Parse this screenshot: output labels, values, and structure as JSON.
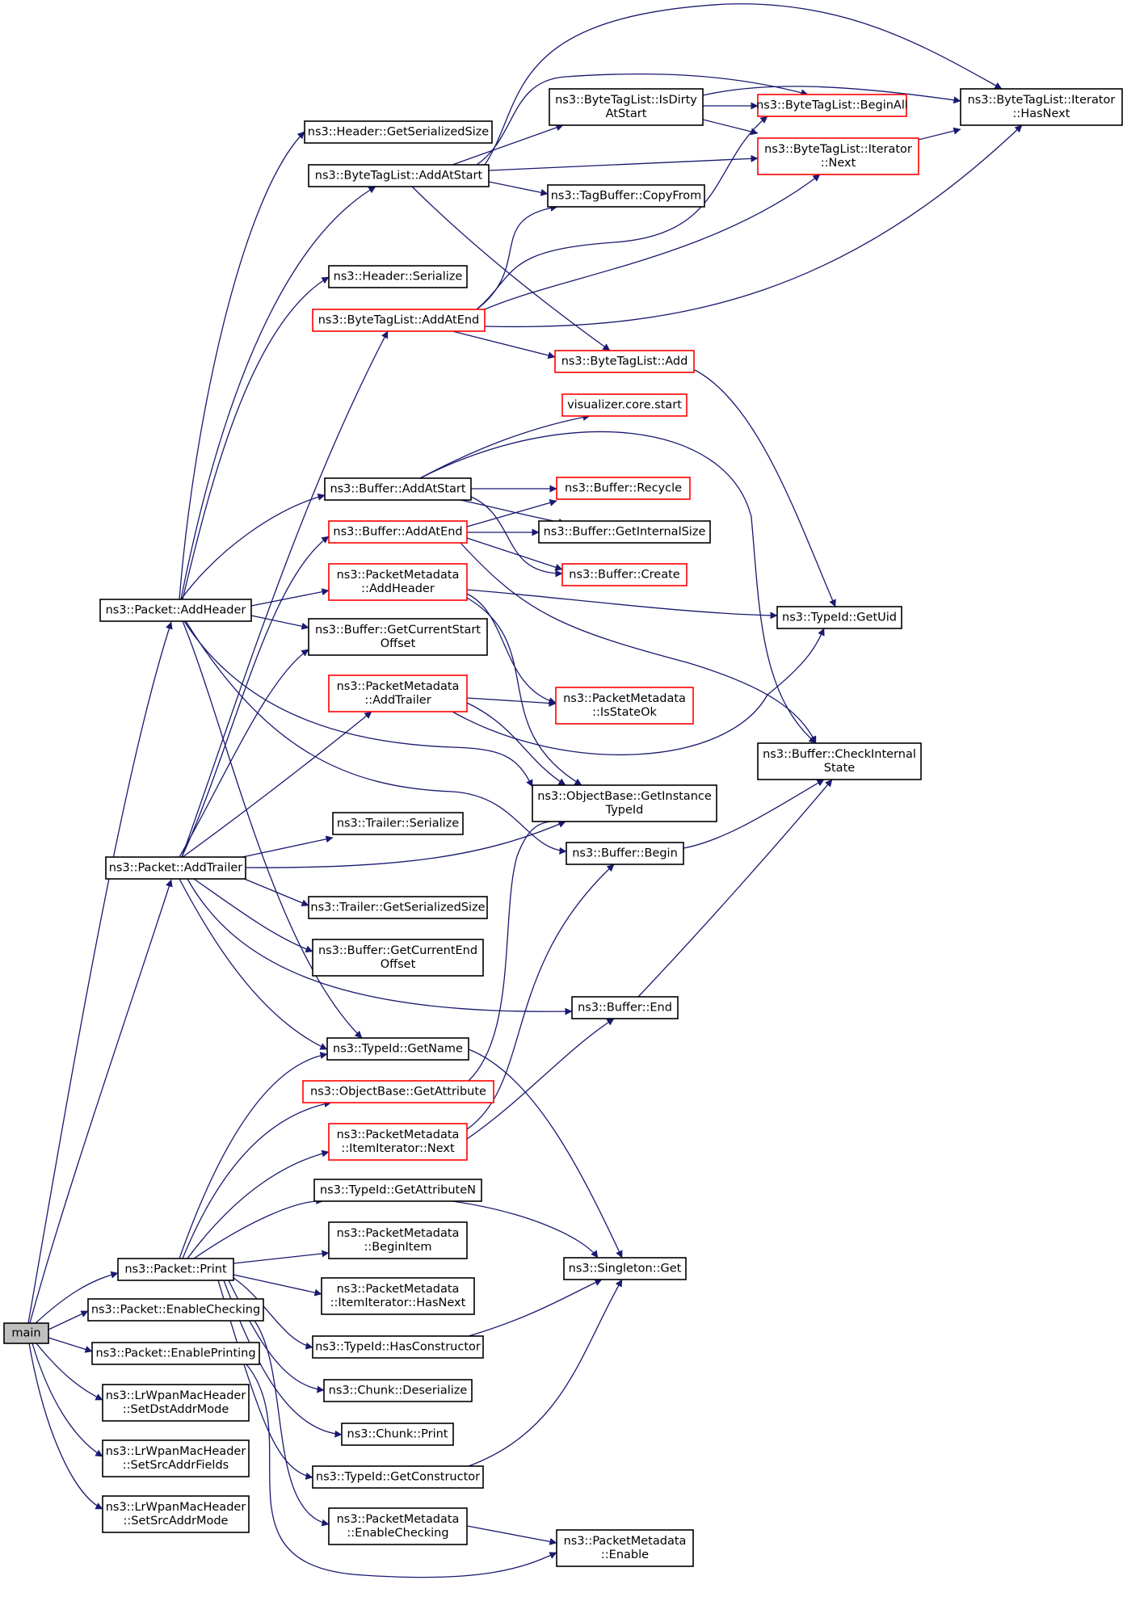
{
  "graph": {
    "nodes": [
      {
        "id": "main",
        "lines": [
          "main"
        ],
        "fill": "#bfbfbf",
        "border": "#000000"
      },
      {
        "id": "packet-addheader",
        "lines": [
          "ns3::Packet::AddHeader"
        ],
        "fill": "#ffffff",
        "border": "#000000"
      },
      {
        "id": "packet-addtrailer",
        "lines": [
          "ns3::Packet::AddTrailer"
        ],
        "fill": "#ffffff",
        "border": "#000000"
      },
      {
        "id": "packet-print",
        "lines": [
          "ns3::Packet::Print"
        ],
        "fill": "#ffffff",
        "border": "#000000"
      },
      {
        "id": "packet-enablechecking",
        "lines": [
          "ns3::Packet::EnableChecking"
        ],
        "fill": "#ffffff",
        "border": "#000000"
      },
      {
        "id": "packet-enableprinting",
        "lines": [
          "ns3::Packet::EnablePrinting"
        ],
        "fill": "#ffffff",
        "border": "#000000"
      },
      {
        "id": "lrwpan-setdstaddrmode",
        "lines": [
          "ns3::LrWpanMacHeader",
          "::SetDstAddrMode"
        ],
        "fill": "#ffffff",
        "border": "#000000"
      },
      {
        "id": "lrwpan-setsrcaddrfields",
        "lines": [
          "ns3::LrWpanMacHeader",
          "::SetSrcAddrFields"
        ],
        "fill": "#ffffff",
        "border": "#000000"
      },
      {
        "id": "lrwpan-setsrcaddrmode",
        "lines": [
          "ns3::LrWpanMacHeader",
          "::SetSrcAddrMode"
        ],
        "fill": "#ffffff",
        "border": "#000000"
      },
      {
        "id": "header-getserializedsize",
        "lines": [
          "ns3::Header::GetSerializedSize"
        ],
        "fill": "#ffffff",
        "border": "#000000"
      },
      {
        "id": "bytetaglist-addatstart",
        "lines": [
          "ns3::ByteTagList::AddAtStart"
        ],
        "fill": "#ffffff",
        "border": "#000000"
      },
      {
        "id": "header-serialize",
        "lines": [
          "ns3::Header::Serialize"
        ],
        "fill": "#ffffff",
        "border": "#000000"
      },
      {
        "id": "bytetaglist-addatend",
        "lines": [
          "ns3::ByteTagList::AddAtEnd"
        ],
        "fill": "#ffffff",
        "border": "#ff0000"
      },
      {
        "id": "buffer-addatstart",
        "lines": [
          "ns3::Buffer::AddAtStart"
        ],
        "fill": "#ffffff",
        "border": "#000000"
      },
      {
        "id": "buffer-addatend",
        "lines": [
          "ns3::Buffer::AddAtEnd"
        ],
        "fill": "#ffffff",
        "border": "#ff0000"
      },
      {
        "id": "packetmetadata-addheader",
        "lines": [
          "ns3::PacketMetadata",
          "::AddHeader"
        ],
        "fill": "#ffffff",
        "border": "#ff0000"
      },
      {
        "id": "buffer-getcurrentstartoffset",
        "lines": [
          "ns3::Buffer::GetCurrentStart",
          "Offset"
        ],
        "fill": "#ffffff",
        "border": "#000000"
      },
      {
        "id": "packetmetadata-addtrailer",
        "lines": [
          "ns3::PacketMetadata",
          "::AddTrailer"
        ],
        "fill": "#ffffff",
        "border": "#ff0000"
      },
      {
        "id": "trailer-serialize",
        "lines": [
          "ns3::Trailer::Serialize"
        ],
        "fill": "#ffffff",
        "border": "#000000"
      },
      {
        "id": "trailer-getserializedsize",
        "lines": [
          "ns3::Trailer::GetSerializedSize"
        ],
        "fill": "#ffffff",
        "border": "#000000"
      },
      {
        "id": "buffer-getcurrentendoffset",
        "lines": [
          "ns3::Buffer::GetCurrentEnd",
          "Offset"
        ],
        "fill": "#ffffff",
        "border": "#000000"
      },
      {
        "id": "typeid-getname",
        "lines": [
          "ns3::TypeId::GetName"
        ],
        "fill": "#ffffff",
        "border": "#000000"
      },
      {
        "id": "objectbase-getattribute",
        "lines": [
          "ns3::ObjectBase::GetAttribute"
        ],
        "fill": "#ffffff",
        "border": "#ff0000"
      },
      {
        "id": "packetmetadata-itemiterator-next",
        "lines": [
          "ns3::PacketMetadata",
          "::ItemIterator::Next"
        ],
        "fill": "#ffffff",
        "border": "#ff0000"
      },
      {
        "id": "typeid-getattributen",
        "lines": [
          "ns3::TypeId::GetAttributeN"
        ],
        "fill": "#ffffff",
        "border": "#000000"
      },
      {
        "id": "packetmetadata-beginitem",
        "lines": [
          "ns3::PacketMetadata",
          "::BeginItem"
        ],
        "fill": "#ffffff",
        "border": "#000000"
      },
      {
        "id": "packetmetadata-itemiterator-hasnext",
        "lines": [
          "ns3::PacketMetadata",
          "::ItemIterator::HasNext"
        ],
        "fill": "#ffffff",
        "border": "#000000"
      },
      {
        "id": "typeid-hasconstructor",
        "lines": [
          "ns3::TypeId::HasConstructor"
        ],
        "fill": "#ffffff",
        "border": "#000000"
      },
      {
        "id": "chunk-deserialize",
        "lines": [
          "ns3::Chunk::Deserialize"
        ],
        "fill": "#ffffff",
        "border": "#000000"
      },
      {
        "id": "chunk-print",
        "lines": [
          "ns3::Chunk::Print"
        ],
        "fill": "#ffffff",
        "border": "#000000"
      },
      {
        "id": "typeid-getconstructor",
        "lines": [
          "ns3::TypeId::GetConstructor"
        ],
        "fill": "#ffffff",
        "border": "#000000"
      },
      {
        "id": "packetmetadata-enablechecking",
        "lines": [
          "ns3::PacketMetadata",
          "::EnableChecking"
        ],
        "fill": "#ffffff",
        "border": "#000000"
      },
      {
        "id": "bytetaglist-isdirtyatstart",
        "lines": [
          "ns3::ByteTagList::IsDirty",
          "AtStart"
        ],
        "fill": "#ffffff",
        "border": "#000000"
      },
      {
        "id": "tagbuffer-copyfrom",
        "lines": [
          "ns3::TagBuffer::CopyFrom"
        ],
        "fill": "#ffffff",
        "border": "#000000"
      },
      {
        "id": "bytetaglist-add",
        "lines": [
          "ns3::ByteTagList::Add"
        ],
        "fill": "#ffffff",
        "border": "#ff0000"
      },
      {
        "id": "visualizer-core-start",
        "lines": [
          "visualizer.core.start"
        ],
        "fill": "#ffffff",
        "border": "#ff0000"
      },
      {
        "id": "buffer-recycle",
        "lines": [
          "ns3::Buffer::Recycle"
        ],
        "fill": "#ffffff",
        "border": "#ff0000"
      },
      {
        "id": "buffer-getinternalsize",
        "lines": [
          "ns3::Buffer::GetInternalSize"
        ],
        "fill": "#ffffff",
        "border": "#000000"
      },
      {
        "id": "buffer-create",
        "lines": [
          "ns3::Buffer::Create"
        ],
        "fill": "#ffffff",
        "border": "#ff0000"
      },
      {
        "id": "packetmetadata-isstateok",
        "lines": [
          "ns3::PacketMetadata",
          "::IsStateOk"
        ],
        "fill": "#ffffff",
        "border": "#ff0000"
      },
      {
        "id": "objectbase-getinstancetypeid",
        "lines": [
          "ns3::ObjectBase::GetInstance",
          "TypeId"
        ],
        "fill": "#ffffff",
        "border": "#000000"
      },
      {
        "id": "buffer-begin",
        "lines": [
          "ns3::Buffer::Begin"
        ],
        "fill": "#ffffff",
        "border": "#000000"
      },
      {
        "id": "buffer-end",
        "lines": [
          "ns3::Buffer::End"
        ],
        "fill": "#ffffff",
        "border": "#000000"
      },
      {
        "id": "singleton-get",
        "lines": [
          "ns3::Singleton::Get"
        ],
        "fill": "#ffffff",
        "border": "#000000"
      },
      {
        "id": "packetmetadata-enable",
        "lines": [
          "ns3::PacketMetadata",
          "::Enable"
        ],
        "fill": "#ffffff",
        "border": "#000000"
      },
      {
        "id": "bytetaglist-beginall",
        "lines": [
          "ns3::ByteTagList::BeginAll"
        ],
        "fill": "#ffffff",
        "border": "#ff0000"
      },
      {
        "id": "bytetaglist-iterator-next",
        "lines": [
          "ns3::ByteTagList::Iterator",
          "::Next"
        ],
        "fill": "#ffffff",
        "border": "#ff0000"
      },
      {
        "id": "typeid-getuid",
        "lines": [
          "ns3::TypeId::GetUid"
        ],
        "fill": "#ffffff",
        "border": "#000000"
      },
      {
        "id": "buffer-checkinternalstate",
        "lines": [
          "ns3::Buffer::CheckInternal",
          "State"
        ],
        "fill": "#ffffff",
        "border": "#000000"
      },
      {
        "id": "bytetaglist-iterator-hasnext",
        "lines": [
          "ns3::ByteTagList::Iterator",
          "::HasNext"
        ],
        "fill": "#ffffff",
        "border": "#000000"
      }
    ],
    "edges": [
      [
        "main",
        "packet-addheader"
      ],
      [
        "main",
        "packet-addtrailer"
      ],
      [
        "main",
        "packet-print"
      ],
      [
        "main",
        "packet-enablechecking"
      ],
      [
        "main",
        "packet-enableprinting"
      ],
      [
        "main",
        "lrwpan-setdstaddrmode"
      ],
      [
        "main",
        "lrwpan-setsrcaddrfields"
      ],
      [
        "main",
        "lrwpan-setsrcaddrmode"
      ],
      [
        "packet-addheader",
        "header-getserializedsize"
      ],
      [
        "packet-addheader",
        "bytetaglist-addatstart"
      ],
      [
        "packet-addheader",
        "header-serialize"
      ],
      [
        "packet-addheader",
        "buffer-addatstart"
      ],
      [
        "packet-addheader",
        "packetmetadata-addheader"
      ],
      [
        "packet-addheader",
        "buffer-getcurrentstartoffset"
      ],
      [
        "packet-addheader",
        "objectbase-getinstancetypeid"
      ],
      [
        "packet-addheader",
        "buffer-begin"
      ],
      [
        "packet-addheader",
        "typeid-getname"
      ],
      [
        "packet-addtrailer",
        "bytetaglist-addatend"
      ],
      [
        "packet-addtrailer",
        "buffer-addatend"
      ],
      [
        "packet-addtrailer",
        "buffer-getcurrentstartoffset"
      ],
      [
        "packet-addtrailer",
        "packetmetadata-addtrailer"
      ],
      [
        "packet-addtrailer",
        "trailer-serialize"
      ],
      [
        "packet-addtrailer",
        "objectbase-getinstancetypeid"
      ],
      [
        "packet-addtrailer",
        "trailer-getserializedsize"
      ],
      [
        "packet-addtrailer",
        "buffer-getcurrentendoffset"
      ],
      [
        "packet-addtrailer",
        "buffer-end"
      ],
      [
        "packet-addtrailer",
        "typeid-getname"
      ],
      [
        "packet-print",
        "typeid-getname"
      ],
      [
        "packet-print",
        "objectbase-getattribute"
      ],
      [
        "packet-print",
        "packetmetadata-itemiterator-next"
      ],
      [
        "packet-print",
        "typeid-getattributen"
      ],
      [
        "packet-print",
        "packetmetadata-beginitem"
      ],
      [
        "packet-print",
        "packetmetadata-itemiterator-hasnext"
      ],
      [
        "packet-print",
        "typeid-hasconstructor"
      ],
      [
        "packet-print",
        "chunk-deserialize"
      ],
      [
        "packet-print",
        "chunk-print"
      ],
      [
        "packet-print",
        "typeid-getconstructor"
      ],
      [
        "packet-enablechecking",
        "packetmetadata-enablechecking"
      ],
      [
        "packet-enableprinting",
        "packetmetadata-enable"
      ],
      [
        "bytetaglist-addatstart",
        "bytetaglist-isdirtyatstart"
      ],
      [
        "bytetaglist-addatstart",
        "bytetaglist-beginall"
      ],
      [
        "bytetaglist-addatstart",
        "bytetaglist-iterator-hasnext"
      ],
      [
        "bytetaglist-addatstart",
        "bytetaglist-iterator-next"
      ],
      [
        "bytetaglist-addatstart",
        "tagbuffer-copyfrom"
      ],
      [
        "bytetaglist-addatstart",
        "bytetaglist-add"
      ],
      [
        "bytetaglist-isdirtyatstart",
        "bytetaglist-beginall"
      ],
      [
        "bytetaglist-isdirtyatstart",
        "bytetaglist-iterator-hasnext"
      ],
      [
        "bytetaglist-isdirtyatstart",
        "bytetaglist-iterator-next"
      ],
      [
        "bytetaglist-iterator-next",
        "bytetaglist-iterator-hasnext"
      ],
      [
        "bytetaglist-addatend",
        "bytetaglist-beginall"
      ],
      [
        "bytetaglist-addatend",
        "bytetaglist-iterator-next"
      ],
      [
        "bytetaglist-addatend",
        "bytetaglist-iterator-hasnext"
      ],
      [
        "bytetaglist-addatend",
        "tagbuffer-copyfrom"
      ],
      [
        "bytetaglist-addatend",
        "bytetaglist-add"
      ],
      [
        "bytetaglist-add",
        "typeid-getuid"
      ],
      [
        "buffer-addatstart",
        "visualizer-core-start"
      ],
      [
        "buffer-addatstart",
        "buffer-recycle"
      ],
      [
        "buffer-addatstart",
        "buffer-getinternalsize"
      ],
      [
        "buffer-addatstart",
        "buffer-create"
      ],
      [
        "buffer-addatstart",
        "buffer-checkinternalstate"
      ],
      [
        "buffer-addatend",
        "buffer-recycle"
      ],
      [
        "buffer-addatend",
        "buffer-getinternalsize"
      ],
      [
        "buffer-addatend",
        "buffer-create"
      ],
      [
        "buffer-addatend",
        "buffer-checkinternalstate"
      ],
      [
        "packetmetadata-addheader",
        "typeid-getuid"
      ],
      [
        "packetmetadata-addheader",
        "packetmetadata-isstateok"
      ],
      [
        "packetmetadata-addheader",
        "objectbase-getinstancetypeid"
      ],
      [
        "packetmetadata-addtrailer",
        "packetmetadata-isstateok"
      ],
      [
        "packetmetadata-addtrailer",
        "objectbase-getinstancetypeid"
      ],
      [
        "packetmetadata-addtrailer",
        "typeid-getuid"
      ],
      [
        "buffer-begin",
        "buffer-checkinternalstate"
      ],
      [
        "buffer-end",
        "buffer-checkinternalstate"
      ],
      [
        "typeid-getname",
        "singleton-get"
      ],
      [
        "objectbase-getattribute",
        "objectbase-getinstancetypeid"
      ],
      [
        "packetmetadata-itemiterator-next",
        "buffer-begin"
      ],
      [
        "packetmetadata-itemiterator-next",
        "buffer-end"
      ],
      [
        "typeid-getattributen",
        "singleton-get"
      ],
      [
        "typeid-hasconstructor",
        "singleton-get"
      ],
      [
        "typeid-getconstructor",
        "singleton-get"
      ],
      [
        "packetmetadata-enablechecking",
        "packetmetadata-enable"
      ]
    ]
  }
}
